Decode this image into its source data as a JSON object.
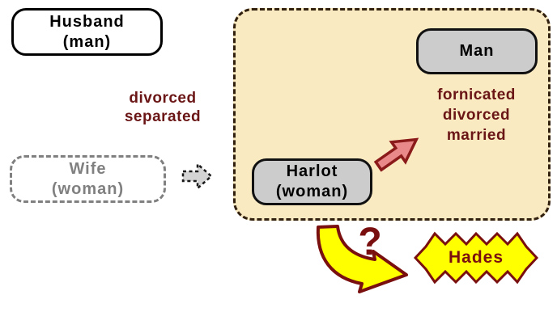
{
  "diagram": {
    "husband": {
      "line1": "Husband",
      "line2": "(man)"
    },
    "wife": {
      "line1": "Wife",
      "line2": "(woman)"
    },
    "man": {
      "label": "Man"
    },
    "harlot": {
      "line1": "Harlot",
      "line2": "(woman)"
    },
    "hades": {
      "label": "Hades"
    },
    "left_note": {
      "line1": "divorced",
      "line2": "separated"
    },
    "right_note": {
      "line1": "fornicated",
      "line2": "divorced",
      "line3": "married"
    },
    "question": "?"
  },
  "icons": {
    "gray_arrow": "dashed-right-block-arrow",
    "pink_arrow": "affair-up-right-block-arrow",
    "yellow_arrow": "curved-descent-arrow",
    "starburst": "hades-starburst"
  },
  "colors": {
    "note_text": "#6b1616",
    "outline": "#7a0f0f",
    "container_fill": "#faeac2",
    "container_border": "#33210f",
    "node_fill": "#cccccc",
    "muted": "#808080",
    "arrow_pink": "#e98989",
    "arrow_yellow": "#ffff00"
  }
}
